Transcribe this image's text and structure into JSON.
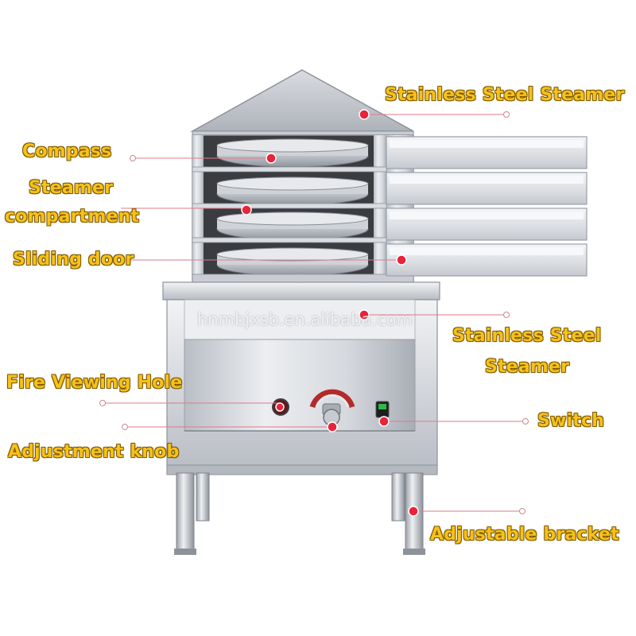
{
  "labels": {
    "steamer_top": "Stainless Steel Steamer",
    "compass": "Compass",
    "compartment_line1": "Steamer",
    "compartment_line2": "compartment",
    "sliding_door": "Sliding door",
    "steamer_body_line1": "Stainless Steel",
    "steamer_body_line2": "Steamer",
    "fire_hole": "Fire Viewing Hole",
    "switch": "Switch",
    "knob": "Adjustment knob",
    "bracket": "Adjustable bracket"
  },
  "watermark": "hnmbjxsb.en.alibaba.com",
  "colors": {
    "label_text": "#f6c21a",
    "marker": "#e8233a",
    "leader_line": "#e07a8a",
    "steel_light": "#e4e6ea",
    "steel_dark": "#9aa0a8",
    "switch_green": "#2db84a"
  }
}
